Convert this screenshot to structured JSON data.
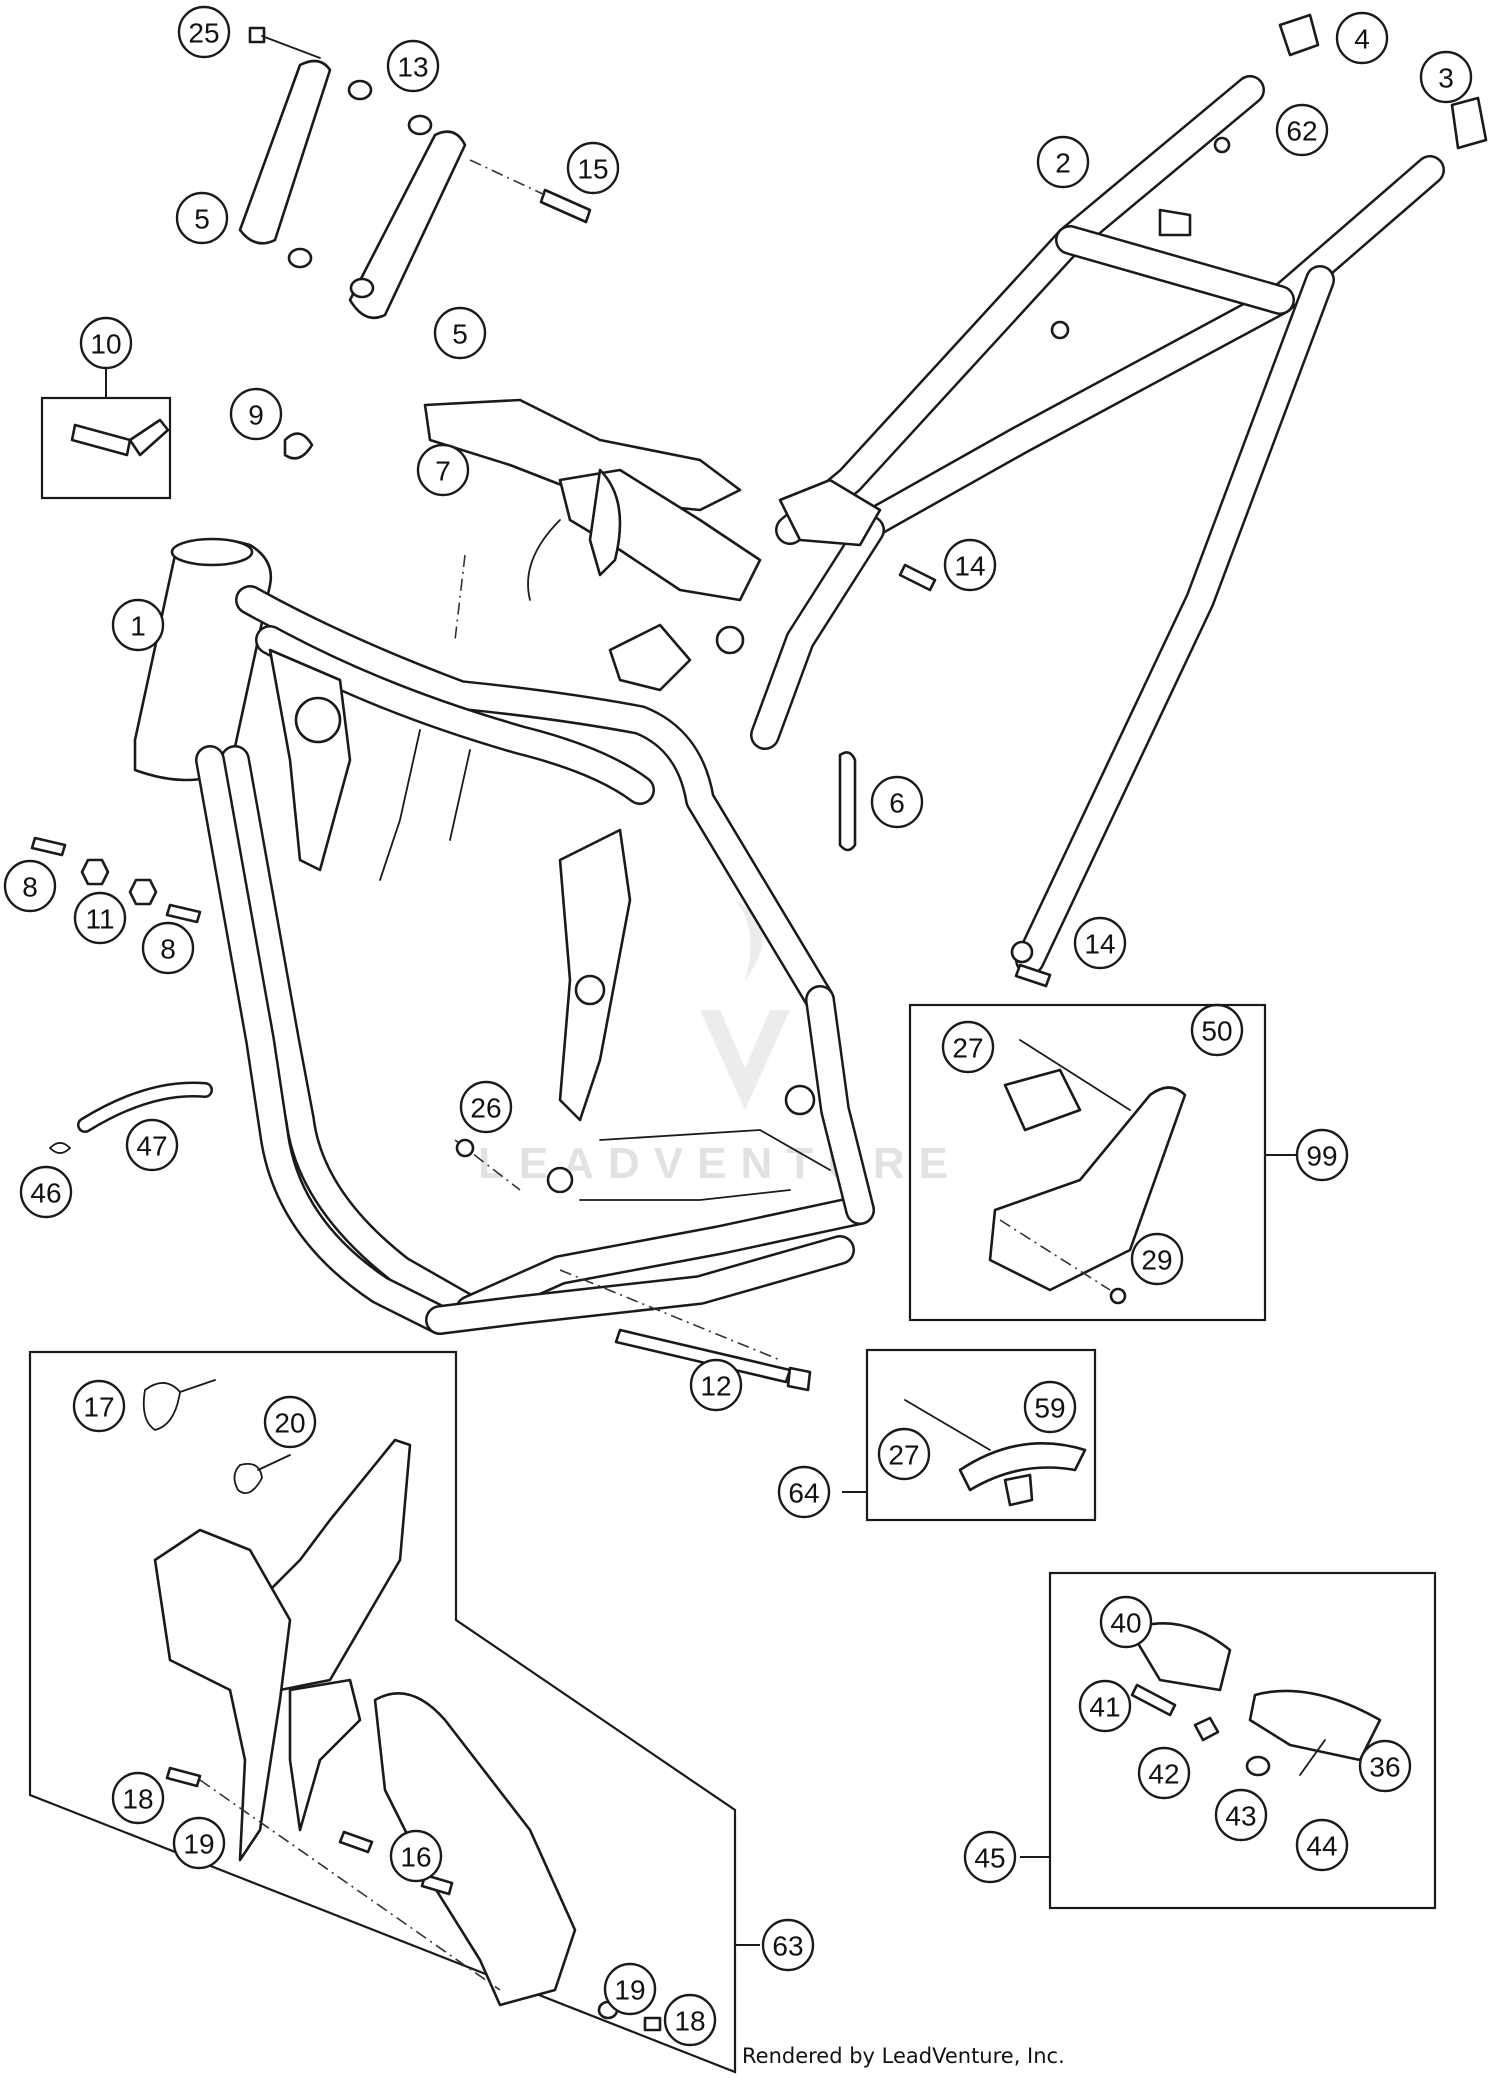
{
  "watermark": "LEADVENTURE",
  "credit": "Rendered by LeadVenture, Inc.",
  "callouts": [
    {
      "id": "c25",
      "label": "25"
    },
    {
      "id": "c13",
      "label": "13"
    },
    {
      "id": "c15",
      "label": "15"
    },
    {
      "id": "c5a",
      "label": "5"
    },
    {
      "id": "c5b",
      "label": "5"
    },
    {
      "id": "c10",
      "label": "10"
    },
    {
      "id": "c9",
      "label": "9"
    },
    {
      "id": "c7",
      "label": "7"
    },
    {
      "id": "c1",
      "label": "1"
    },
    {
      "id": "c8a",
      "label": "8"
    },
    {
      "id": "c11",
      "label": "11"
    },
    {
      "id": "c8b",
      "label": "8"
    },
    {
      "id": "c47",
      "label": "47"
    },
    {
      "id": "c46",
      "label": "46"
    },
    {
      "id": "c26",
      "label": "26"
    },
    {
      "id": "c12",
      "label": "12"
    },
    {
      "id": "c4",
      "label": "4"
    },
    {
      "id": "c3",
      "label": "3"
    },
    {
      "id": "c62",
      "label": "62"
    },
    {
      "id": "c2",
      "label": "2"
    },
    {
      "id": "c14a",
      "label": "14"
    },
    {
      "id": "c6",
      "label": "6"
    },
    {
      "id": "c14b",
      "label": "14"
    },
    {
      "id": "c27a",
      "label": "27"
    },
    {
      "id": "c50",
      "label": "50"
    },
    {
      "id": "c99",
      "label": "99"
    },
    {
      "id": "c29",
      "label": "29"
    },
    {
      "id": "c59",
      "label": "59"
    },
    {
      "id": "c27b",
      "label": "27"
    },
    {
      "id": "c64",
      "label": "64"
    },
    {
      "id": "c17",
      "label": "17"
    },
    {
      "id": "c20",
      "label": "20"
    },
    {
      "id": "c18a",
      "label": "18"
    },
    {
      "id": "c19a",
      "label": "19"
    },
    {
      "id": "c16",
      "label": "16"
    },
    {
      "id": "c63",
      "label": "63"
    },
    {
      "id": "c19b",
      "label": "19"
    },
    {
      "id": "c18b",
      "label": "18"
    },
    {
      "id": "c40",
      "label": "40"
    },
    {
      "id": "c41",
      "label": "41"
    },
    {
      "id": "c42",
      "label": "42"
    },
    {
      "id": "c36",
      "label": "36"
    },
    {
      "id": "c43",
      "label": "43"
    },
    {
      "id": "c44",
      "label": "44"
    },
    {
      "id": "c45",
      "label": "45"
    }
  ]
}
